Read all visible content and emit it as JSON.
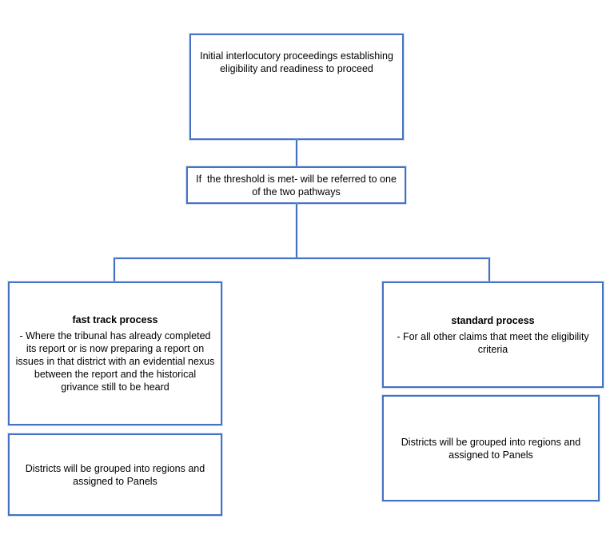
{
  "colors": {
    "accent_border": "#4472C4",
    "text": "#000000",
    "background": "#FFFFFF"
  },
  "flowchart": {
    "initial_box": {
      "text": "Initial interlocutory proceedings establishing eligibility and readiness to proceed"
    },
    "threshold_box": {
      "text": "If  the threshold is met- will be referred to one of the two pathways"
    },
    "fast_track_box": {
      "title": "fast track process",
      "body": "- Where the tribunal has already completed its report or is now preparing a report on issues in that district with an evidential nexus between the report and the historical grivance still to be heard"
    },
    "standard_box": {
      "title": "standard process",
      "body": "- For all other claims that meet the eligibility criteria"
    },
    "fast_track_districts_box": {
      "text": "Districts will be grouped into regions and assigned to Panels"
    },
    "standard_districts_box": {
      "text": "Districts will be grouped into regions and assigned to Panels"
    }
  }
}
